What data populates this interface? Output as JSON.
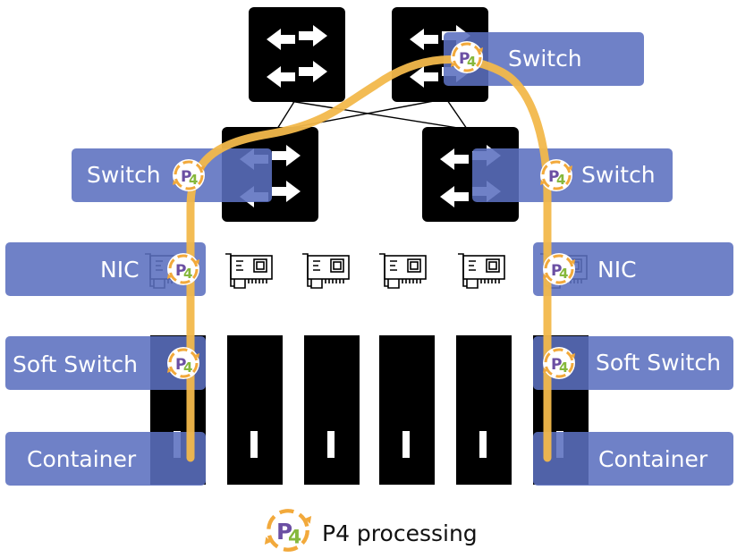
{
  "colors": {
    "label_box": "#5B6FBF",
    "path": "#F2B84B",
    "device": "#000000",
    "p4_purple": "#6B4FA3",
    "p4_green": "#86B83C",
    "p4_ring": "#F2A93B"
  },
  "labels": {
    "switch_top": "Switch",
    "switch_left": "Switch",
    "switch_right": "Switch",
    "nic_left": "NIC",
    "nic_right": "NIC",
    "soft_switch_left": "Soft Switch",
    "soft_switch_right": "Soft Switch",
    "container_left": "Container",
    "container_right": "Container"
  },
  "p4_badge_text": "P4",
  "legend": {
    "text": "P4 processing"
  },
  "icons": {
    "switch": "switch-arrows-icon",
    "nic": "network-card-icon",
    "container": "container-icon",
    "p4": "p4-logo-icon"
  }
}
